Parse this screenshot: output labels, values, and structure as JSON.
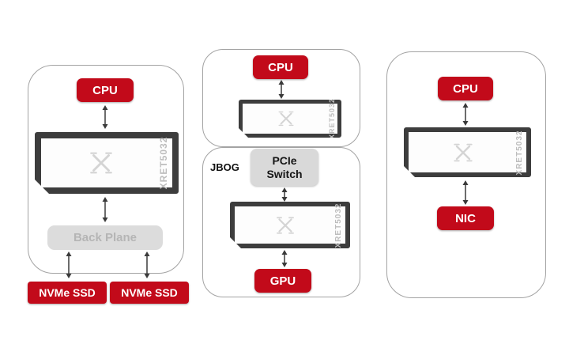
{
  "colors": {
    "accent_red": "#c20a1a",
    "chip_frame": "#3d3d3d",
    "chip_text": "#bdbdbd",
    "light_button_bg": "#dcdcdc",
    "light_button_text": "#b5b5b5",
    "switch_button_bg": "#d9d9d9",
    "panel_border": "#a3a3a3",
    "arrow": "#3a3a3a"
  },
  "chip_label": "XRET5032",
  "left_panel": {
    "cpu_label": "CPU",
    "backplane_label": "Back Plane",
    "ssd_left_label": "NVMe SSD",
    "ssd_right_label": "NVMe SSD"
  },
  "middle_panel": {
    "cpu_label": "CPU",
    "jbog_label": "JBOG",
    "pcie_switch_label": "PCIe Switch",
    "gpu_label": "GPU"
  },
  "right_panel": {
    "cpu_label": "CPU",
    "nic_label": "NIC"
  }
}
